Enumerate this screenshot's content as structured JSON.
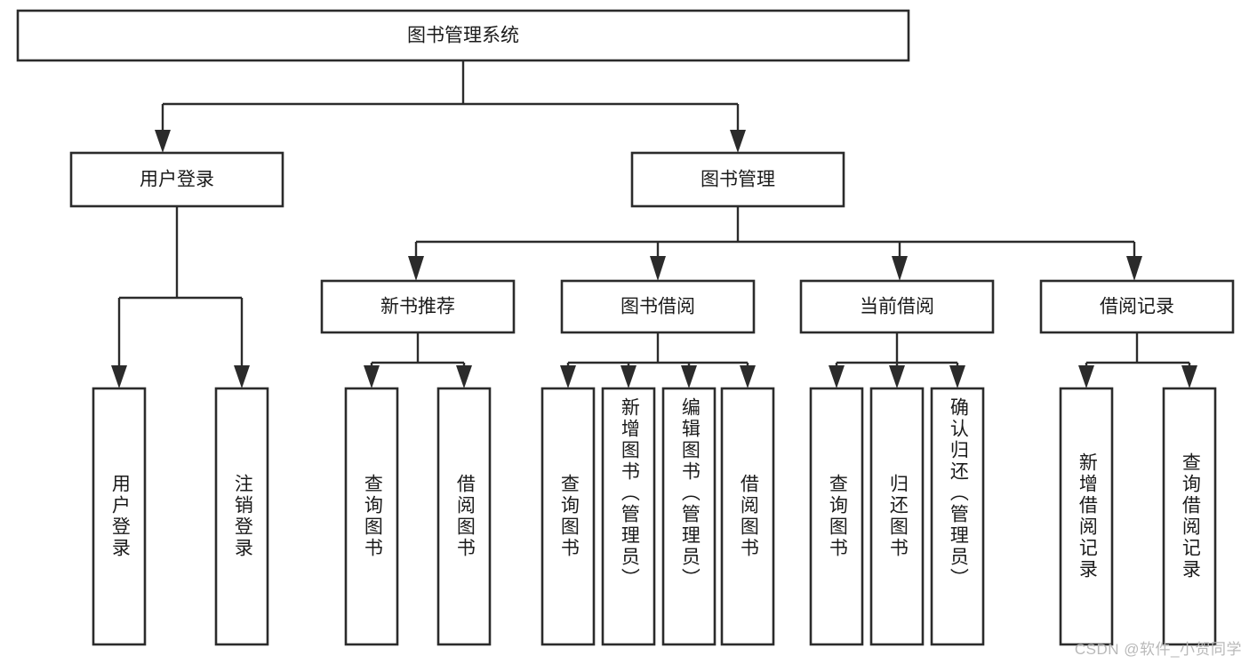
{
  "diagram": {
    "title": "图书管理系统",
    "type": "hierarchy-tree",
    "colors": {
      "box_fill": "#ffffff",
      "box_stroke": "#2b2b2b",
      "connector": "#2b2b2b",
      "text": "#1b1b1b",
      "background": "#ffffff",
      "watermark": "#b9b9b9"
    },
    "root": {
      "label": "图书管理系统"
    },
    "level2": [
      {
        "label": "用户登录"
      },
      {
        "label": "图书管理"
      }
    ],
    "level3": [
      {
        "label": "新书推荐"
      },
      {
        "label": "图书借阅"
      },
      {
        "label": "当前借阅"
      },
      {
        "label": "借阅记录"
      }
    ],
    "leaves": {
      "user_login": [
        {
          "label": "用户登录"
        },
        {
          "label": "注销登录"
        }
      ],
      "new_book_recommend": [
        {
          "label": "查询图书"
        },
        {
          "label": "借阅图书"
        }
      ],
      "book_borrow": [
        {
          "label": "查询图书"
        },
        {
          "label": "新增图书（管理员）"
        },
        {
          "label": "编辑图书（管理员）"
        },
        {
          "label": "借阅图书"
        }
      ],
      "current_borrow": [
        {
          "label": "查询图书"
        },
        {
          "label": "归还图书"
        },
        {
          "label": "确认归还（管理员）"
        }
      ],
      "borrow_records": [
        {
          "label": "新增借阅记录"
        },
        {
          "label": "查询借阅记录"
        }
      ]
    }
  },
  "watermark": {
    "text": "CSDN @软件_小贺同学"
  }
}
